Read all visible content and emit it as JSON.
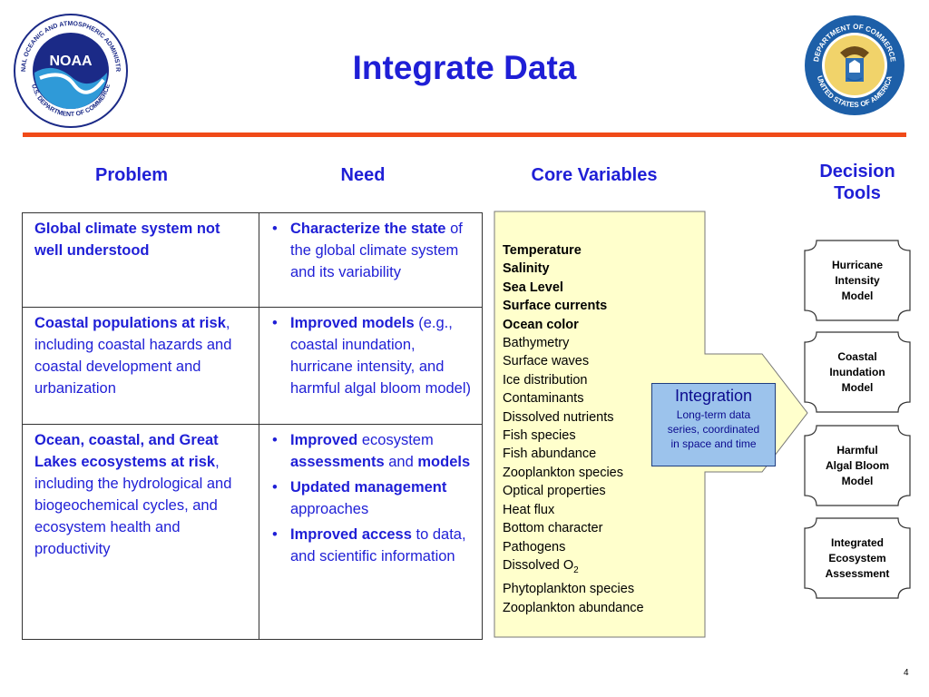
{
  "header": {
    "title": "Integrate Data",
    "noaa_logo": {
      "ring_text": "NATIONAL OCEANIC AND ATMOSPHERIC ADMINISTRATION",
      "bottom_text": "U.S. DEPARTMENT OF COMMERCE",
      "wordmark": "NOAA"
    },
    "doc_seal": {
      "ring_text": "DEPARTMENT OF COMMERCE",
      "bottom_text": "UNITED STATES OF AMERICA"
    },
    "accent_color": "#f04a18"
  },
  "columns": {
    "problem": "Problem",
    "need": "Need",
    "core_variables": "Core Variables",
    "decision_tools_1": "Decision",
    "decision_tools_2": "Tools"
  },
  "rows": [
    {
      "problem": [
        {
          "text": "Global climate system not well understood",
          "bold": true
        }
      ],
      "need": [
        [
          {
            "text": "Characterize the state",
            "bold": true
          },
          {
            "text": " of the global climate system and its variability",
            "bold": false
          }
        ]
      ]
    },
    {
      "problem": [
        {
          "text": "Coastal populations at risk",
          "bold": true
        },
        {
          "text": ", including coastal hazards and coastal development and urbanization",
          "bold": false
        }
      ],
      "need": [
        [
          {
            "text": "Improved models",
            "bold": true
          },
          {
            "text": " (e.g., coastal inundation, hurricane intensity, and harmful algal bloom model)",
            "bold": false
          }
        ]
      ]
    },
    {
      "problem": [
        {
          "text": "Ocean, coastal, and Great Lakes ecosystems at risk",
          "bold": true
        },
        {
          "text": ", including the hydrological and biogeochemical cycles, and ecosystem health and productivity",
          "bold": false
        }
      ],
      "need": [
        [
          {
            "text": "Improved",
            "bold": true
          },
          {
            "text": " ecosystem ",
            "bold": false
          },
          {
            "text": "assessments",
            "bold": true
          },
          {
            "text": " and ",
            "bold": false
          },
          {
            "text": "models",
            "bold": true
          }
        ],
        [
          {
            "text": "Updated management",
            "bold": true
          },
          {
            "text": " approaches",
            "bold": false
          }
        ],
        [
          {
            "text": "Improved access",
            "bold": true
          },
          {
            "text": " to data, and scientific information",
            "bold": false
          }
        ]
      ]
    }
  ],
  "core_variables": [
    {
      "text": "Temperature",
      "bold": true
    },
    {
      "text": "Salinity",
      "bold": true
    },
    {
      "text": "Sea Level",
      "bold": true
    },
    {
      "text": "Surface currents",
      "bold": true
    },
    {
      "text": "Ocean color",
      "bold": true
    },
    {
      "text": "Bathymetry",
      "bold": false
    },
    {
      "text": "Surface waves",
      "bold": false
    },
    {
      "text": "Ice distribution",
      "bold": false
    },
    {
      "text": "Contaminants",
      "bold": false
    },
    {
      "text": "Dissolved nutrients",
      "bold": false
    },
    {
      "text": "Fish species",
      "bold": false
    },
    {
      "text": "Fish abundance",
      "bold": false
    },
    {
      "text": "Zooplankton species",
      "bold": false
    },
    {
      "text": "Optical properties",
      "bold": false
    },
    {
      "text": "Heat flux",
      "bold": false
    },
    {
      "text": "Bottom character",
      "bold": false
    },
    {
      "text": "Pathogens",
      "bold": false
    },
    {
      "text": "Dissolved O",
      "sub": "2",
      "bold": false
    },
    {
      "text": "Phytoplankton species",
      "bold": false
    },
    {
      "text": "Zooplankton abundance",
      "bold": false
    }
  ],
  "integration": {
    "title": "Integration",
    "subtitle_lines": [
      "Long-term data",
      "series, coordinated",
      "in space and time"
    ]
  },
  "decision_tools": [
    {
      "lines": [
        "Hurricane",
        "Intensity",
        "Model"
      ]
    },
    {
      "lines": [
        "Coastal",
        "Inundation",
        "Model"
      ]
    },
    {
      "lines": [
        "Harmful",
        "Algal Bloom",
        "Model"
      ]
    },
    {
      "lines": [
        "Integrated",
        "Ecosystem",
        "Assessment"
      ]
    }
  ],
  "colors": {
    "text_blue": "#1f1fd6",
    "arrow_fill": "#ffffcc",
    "integration_fill": "#9cc3ec"
  },
  "page_number": "4"
}
